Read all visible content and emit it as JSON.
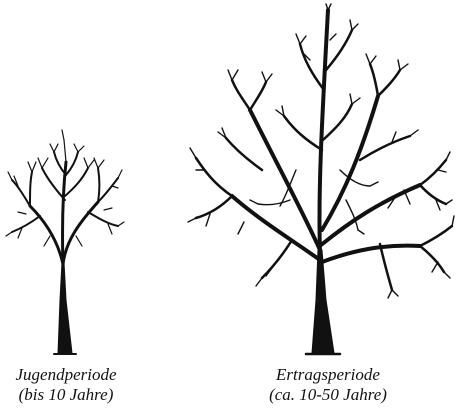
{
  "figure": {
    "stroke_color": "#111111",
    "background_color": "#ffffff",
    "stages": [
      {
        "icon": "young-tree-icon",
        "caption_line1": "Jugendperiode",
        "caption_line2": "(bis 10 Jahre)"
      },
      {
        "icon": "mature-tree-icon",
        "caption_line1": "Ertragsperiode",
        "caption_line2": "(ca. 10-50 Jahre)"
      }
    ]
  }
}
